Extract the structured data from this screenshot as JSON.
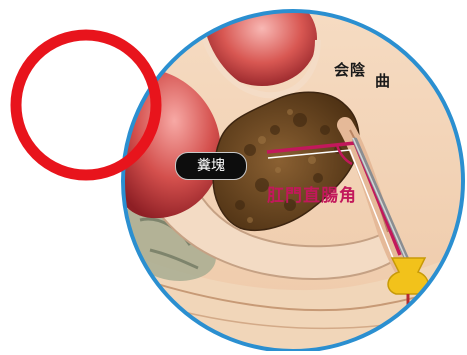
{
  "labels": {
    "perineal_flexure_part1": "会陰",
    "perineal_flexure_part2": "曲",
    "stool_mass": "糞塊",
    "anorectal_angle": "肛門直腸角"
  },
  "colors": {
    "ring": "#e8141c",
    "circle_border": "#2b8fd0",
    "angle_lines": "#c2185b",
    "stool": "#6e4a21",
    "tissue": "#f2d2b6",
    "organ": "#c53a3d"
  }
}
